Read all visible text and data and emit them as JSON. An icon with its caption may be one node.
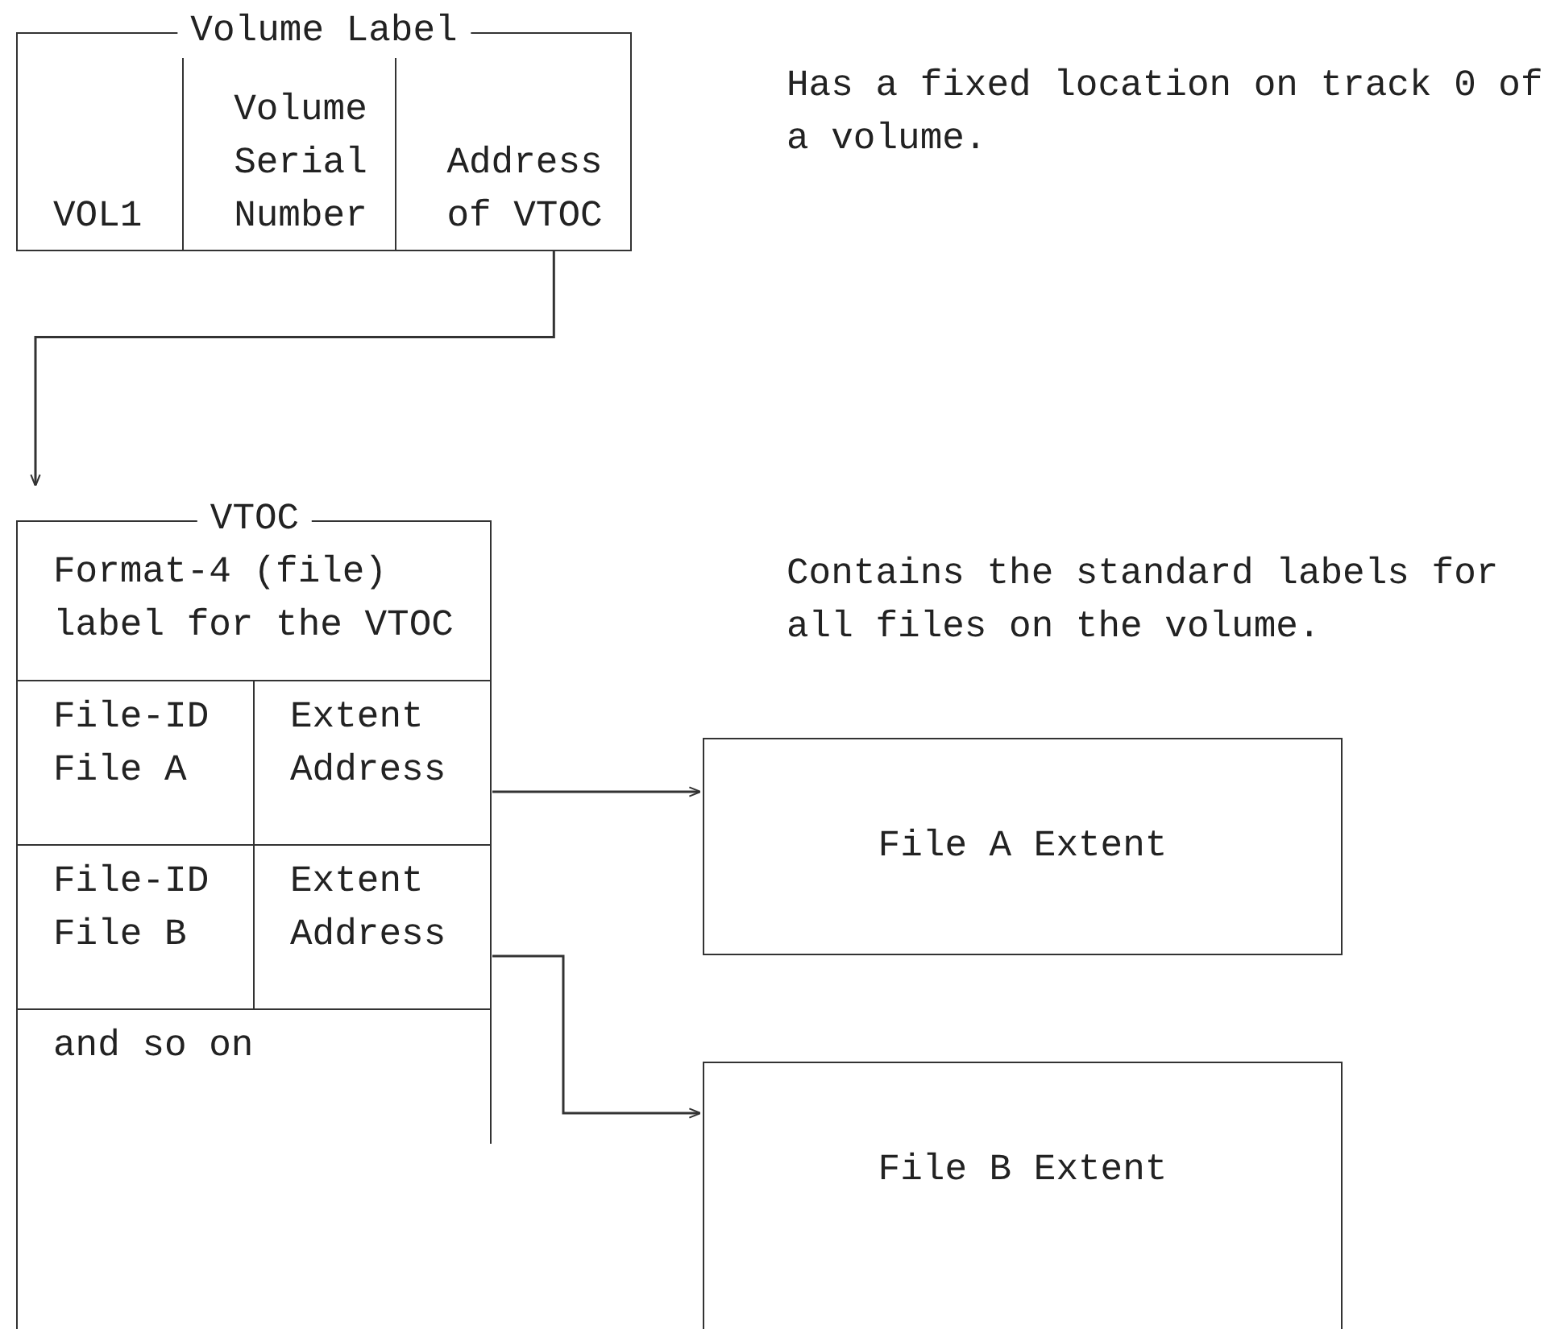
{
  "diagram": {
    "nodes": [
      {
        "text": [
          "Volume Label"
        ]
      },
      {
        "text": [
          "VOL1"
        ],
        "in": 0
      },
      {
        "text": [
          "Volume Serial Number"
        ],
        "in": 0
      },
      {
        "text": [
          "Address of VTOC"
        ],
        "in": 0
      },
      {
        "text": [
          "VTOC"
        ]
      },
      {
        "text": [
          "Format-4 (file) label for the VTOC"
        ],
        "in": 4
      },
      {
        "text": [
          "File-ID File A"
        ],
        "in": 4
      },
      {
        "text": [
          "Extent Address"
        ],
        "in": 4
      },
      {
        "text": [
          "File-ID File B"
        ],
        "in": 4
      },
      {
        "text": [
          "Extent Address"
        ],
        "in": 4
      },
      {
        "text": [
          "and so on"
        ],
        "in": 4
      },
      {
        "text": [
          "File A Extent"
        ]
      },
      {
        "text": [
          "File B Extent"
        ]
      }
    ],
    "edges": [
      {
        "from": 3,
        "to": 4,
        "arrow": "to"
      },
      {
        "from": 7,
        "to": 11,
        "arrow": "to"
      },
      {
        "from": 9,
        "to": 12,
        "arrow": "to"
      }
    ],
    "labels": [
      "Has a fixed location on track 0 of a volume.",
      "Contains the standard labels for all files on the volume."
    ]
  }
}
